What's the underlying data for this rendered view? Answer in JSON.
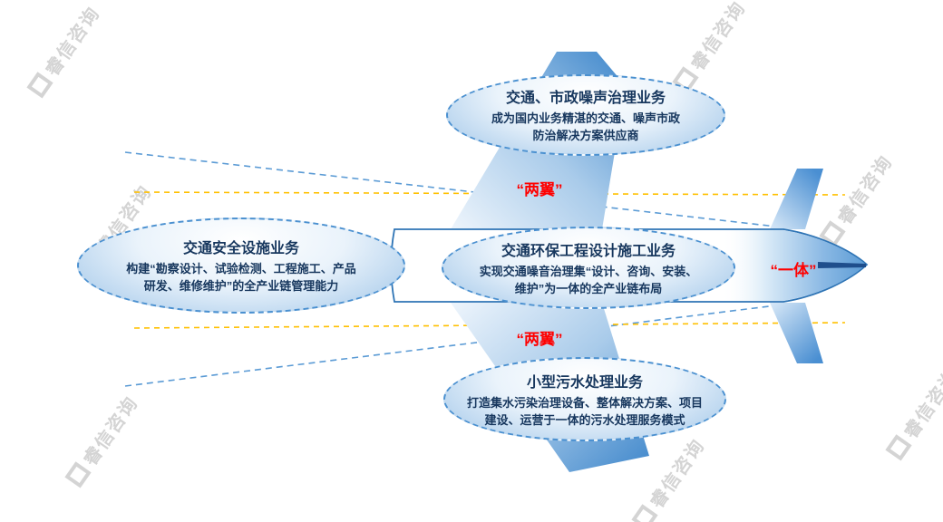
{
  "brand": {
    "watermark_text": "睿信咨询"
  },
  "labels": {
    "wings_top": "“两翼”",
    "wings_bottom": "“两翼”",
    "one_body": "“一体”"
  },
  "bubbles": {
    "top": {
      "title": "交通、市政噪声治理业务",
      "desc": "成为国内业务精湛的交通、噪声市政\n防治解决方案供应商"
    },
    "left": {
      "title": "交通安全设施业务",
      "desc": "构建“勘察设计、试验检测、工程施工、产品\n研发、维修维护”的全产业链管理能力"
    },
    "center": {
      "title": "交通环保工程设计施工业务",
      "desc": "实现交通噪音治理集“设计、咨询、安装、\n维护”为一体的全产业链布局"
    },
    "bottom": {
      "title": "小型污水处理业务",
      "desc": "打造集水污染治理设备、整体解决方案、项目\n建设、运营于一体的污水处理服务模式"
    }
  },
  "colors": {
    "plane_outline_blue": "#2e74b5",
    "accent_red": "#ff0000",
    "dash_blue": "#5b9bd5",
    "dash_orange": "#ffc000",
    "watermark_gray": "#d4d4d4"
  }
}
